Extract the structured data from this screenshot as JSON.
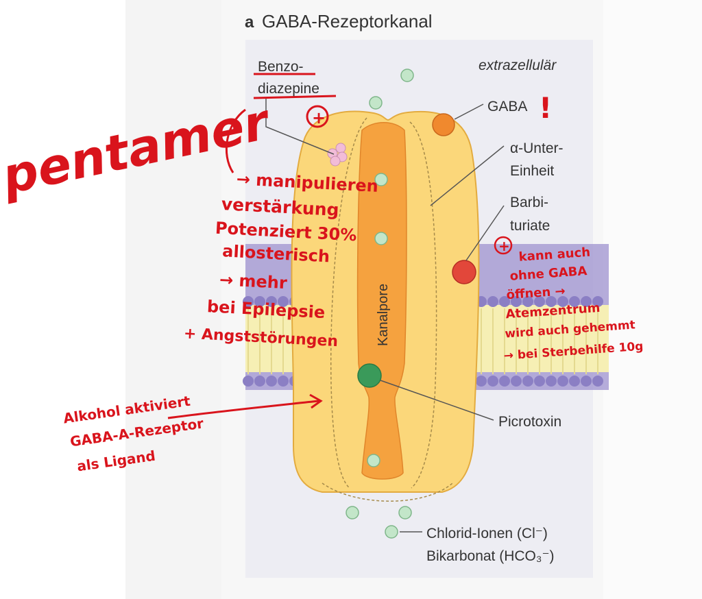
{
  "figure": {
    "panel_letter": "a",
    "title": "GABA-Rezeptorkanal",
    "extracellular": "extrazellulär",
    "labels": {
      "benzo_line1": "Benzo-",
      "benzo_line2": "diazepine",
      "gaba": "GABA",
      "alpha_line1": "α-Unter-",
      "alpha_line2": "Einheit",
      "barbi_line1": "Barbi-",
      "barbi_line2": "turiate",
      "pore": "Kanalpore",
      "picrotoxin": "Picrotoxin",
      "chloride": "Chlorid-Ionen (Cl⁻)",
      "bicarbonate": "Bikarbonat (HCO₃⁻)"
    },
    "colors": {
      "receptor": "#fbd77a",
      "receptor_edge": "#e9b44a",
      "pore": "#f5a23f",
      "membrane_head": "#9d91cf",
      "membrane_tail": "#f6efb4",
      "gaba_ligand": "#f0892e",
      "barbiturate": "#e2473a",
      "picrotoxin": "#3a9a5a",
      "benzodiazepine": "#f2bcd8",
      "ion": "#c3e6c9",
      "annotation": "#d9141c"
    }
  },
  "annotations": {
    "pentamer": "pentamer",
    "gaba_exclaim": "!",
    "benzo_plus": "+",
    "barbi_plus": "+",
    "benzo_notes": [
      "→ manipulieren",
      "verstärkung",
      "Potenziert 30%",
      "allosterisch",
      "→ mehr",
      "bei Epilepsie",
      "+ Angststörungen"
    ],
    "barbi_notes": [
      "kann auch",
      "ohne GABA",
      "öffnen →",
      "Atemzentrum",
      "wird auch gehemmt",
      "→ bei Sterbehilfe 10g"
    ],
    "alcohol_notes": [
      "Alkohol aktiviert",
      "GABA-A-Rezeptor",
      "als Ligand"
    ]
  }
}
